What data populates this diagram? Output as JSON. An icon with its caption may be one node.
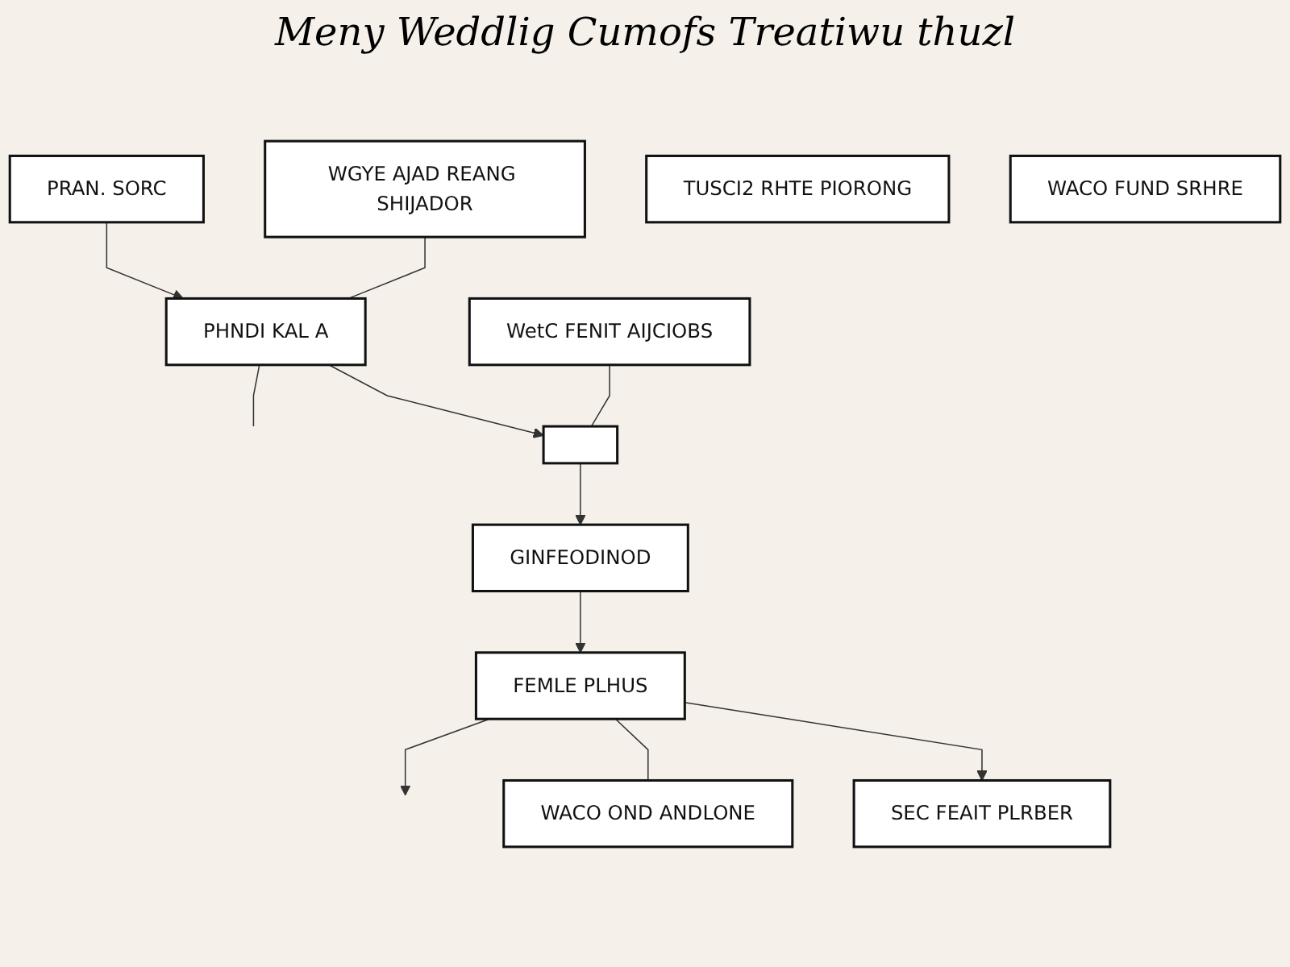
{
  "diagram": {
    "title": "Meny Weddlig Cumofs Treatiwu thuzl",
    "nodes": [
      {
        "text": [
          "PRAN. SORC"
        ]
      },
      {
        "text": [
          "WGYE AJAD REANG SHIJADOR"
        ]
      },
      {
        "text": [
          "PHNDI KAL A"
        ]
      },
      {
        "text": [
          "TUSCI2 RHTE PIORONG"
        ]
      },
      {
        "text": [
          "WetC FENIT AIJCIOBS"
        ]
      },
      {
        "text": [],
        "shape": "box"
      },
      {
        "text": [
          "GINFEODINOD"
        ]
      },
      {
        "text": [
          "WACO FUND SRHRE"
        ]
      },
      {
        "text": [
          "FEMLE PLHUS"
        ]
      },
      {
        "text": [
          "WACO OND ANDLONE"
        ]
      },
      {
        "text": [
          "SEC FEAIT PLRBER"
        ]
      }
    ],
    "edges": [
      {
        "from": 0,
        "to": 2,
        "arrow": "to"
      },
      {
        "from": 1,
        "to": 2,
        "arrow": "none"
      },
      {
        "from": 2,
        "to": null,
        "arrow": "none"
      },
      {
        "from": 2,
        "to": 5,
        "arrow": "to"
      },
      {
        "from": 4,
        "to": 5,
        "arrow": "none"
      },
      {
        "from": 5,
        "to": 6,
        "arrow": "to"
      },
      {
        "from": 6,
        "to": 8,
        "arrow": "to"
      },
      {
        "from": 8,
        "to": null,
        "arrow": "to"
      },
      {
        "from": 8,
        "to": 9,
        "arrow": "none"
      },
      {
        "from": 8,
        "to": 10,
        "arrow": "to"
      }
    ]
  }
}
